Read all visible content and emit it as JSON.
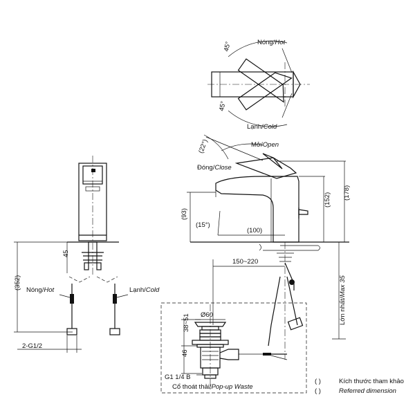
{
  "top_view": {
    "hot_label": "Nóng/",
    "hot_label_it": "Hot",
    "cold_label": "Lạnh/",
    "cold_label_it": "Cold",
    "angle_top": "45°",
    "angle_bottom": "45°"
  },
  "side_view": {
    "open_label": "Mở/",
    "open_label_it": "Open",
    "close_label": "Đóng/",
    "close_label_it": "Close",
    "angle_handle": "(22°)",
    "angle_spout": "(15°)",
    "dim_height_spout": "(93)",
    "dim_reach": "(100)",
    "dim_152": "(152)",
    "dim_178": "(178)",
    "dim_150_220": "150~220",
    "max_label": "Lớn nhất/",
    "max_label_it": "Max 35"
  },
  "front_view": {
    "dim_352": "(352)",
    "dim_45": "45",
    "hot_label": "Nóng/",
    "hot_label_it": "Hot",
    "cold_label": "Lạnh/",
    "cold_label_it": "Cold",
    "thread": "2-G1/2"
  },
  "popup_detail": {
    "dia": "Ø60",
    "dim_38_51": "38~51",
    "dim_46": "46",
    "thread": "G1 1/4 B",
    "caption": "Cổ thoát thải/",
    "caption_it": "Pop-up Waste"
  },
  "legend": {
    "paren": "(     )",
    "line1": "Kích thước tham khảo",
    "line2": "Referred dimension"
  }
}
